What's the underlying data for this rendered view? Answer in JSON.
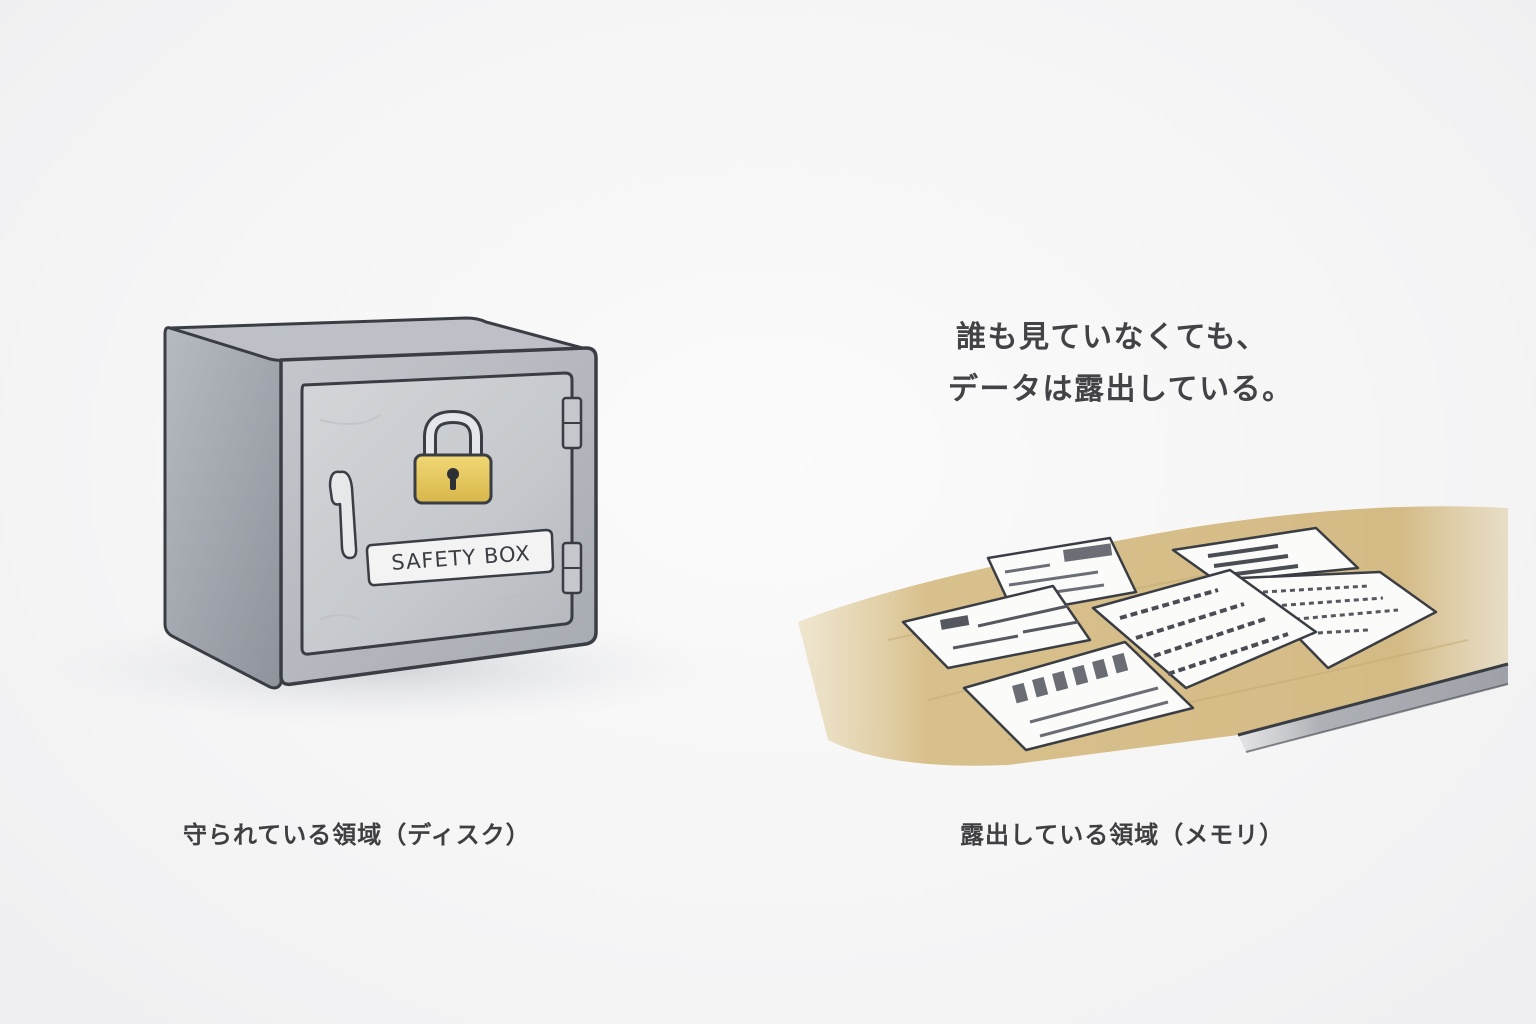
{
  "safe": {
    "label_text": "SAFETY BOX",
    "caption": "守られている領域（ディスク）",
    "colors": {
      "body": "#a7acb4",
      "door": "#c9ccd1",
      "lock": "#e8cc65",
      "outline": "#3a3d44"
    },
    "icons": [
      "lock-icon",
      "handle-icon",
      "hinge-icon"
    ]
  },
  "exposed": {
    "tagline_lines": [
      "誰も見ていなくても、",
      "データは露出している。"
    ],
    "caption": "露出している領域（メモリ）",
    "colors": {
      "table": "#d8c08c",
      "paper": "#fbfbfa",
      "ink": "#4a4d53"
    },
    "icons": [
      "paper-document-icon",
      "wooden-table-icon"
    ]
  }
}
